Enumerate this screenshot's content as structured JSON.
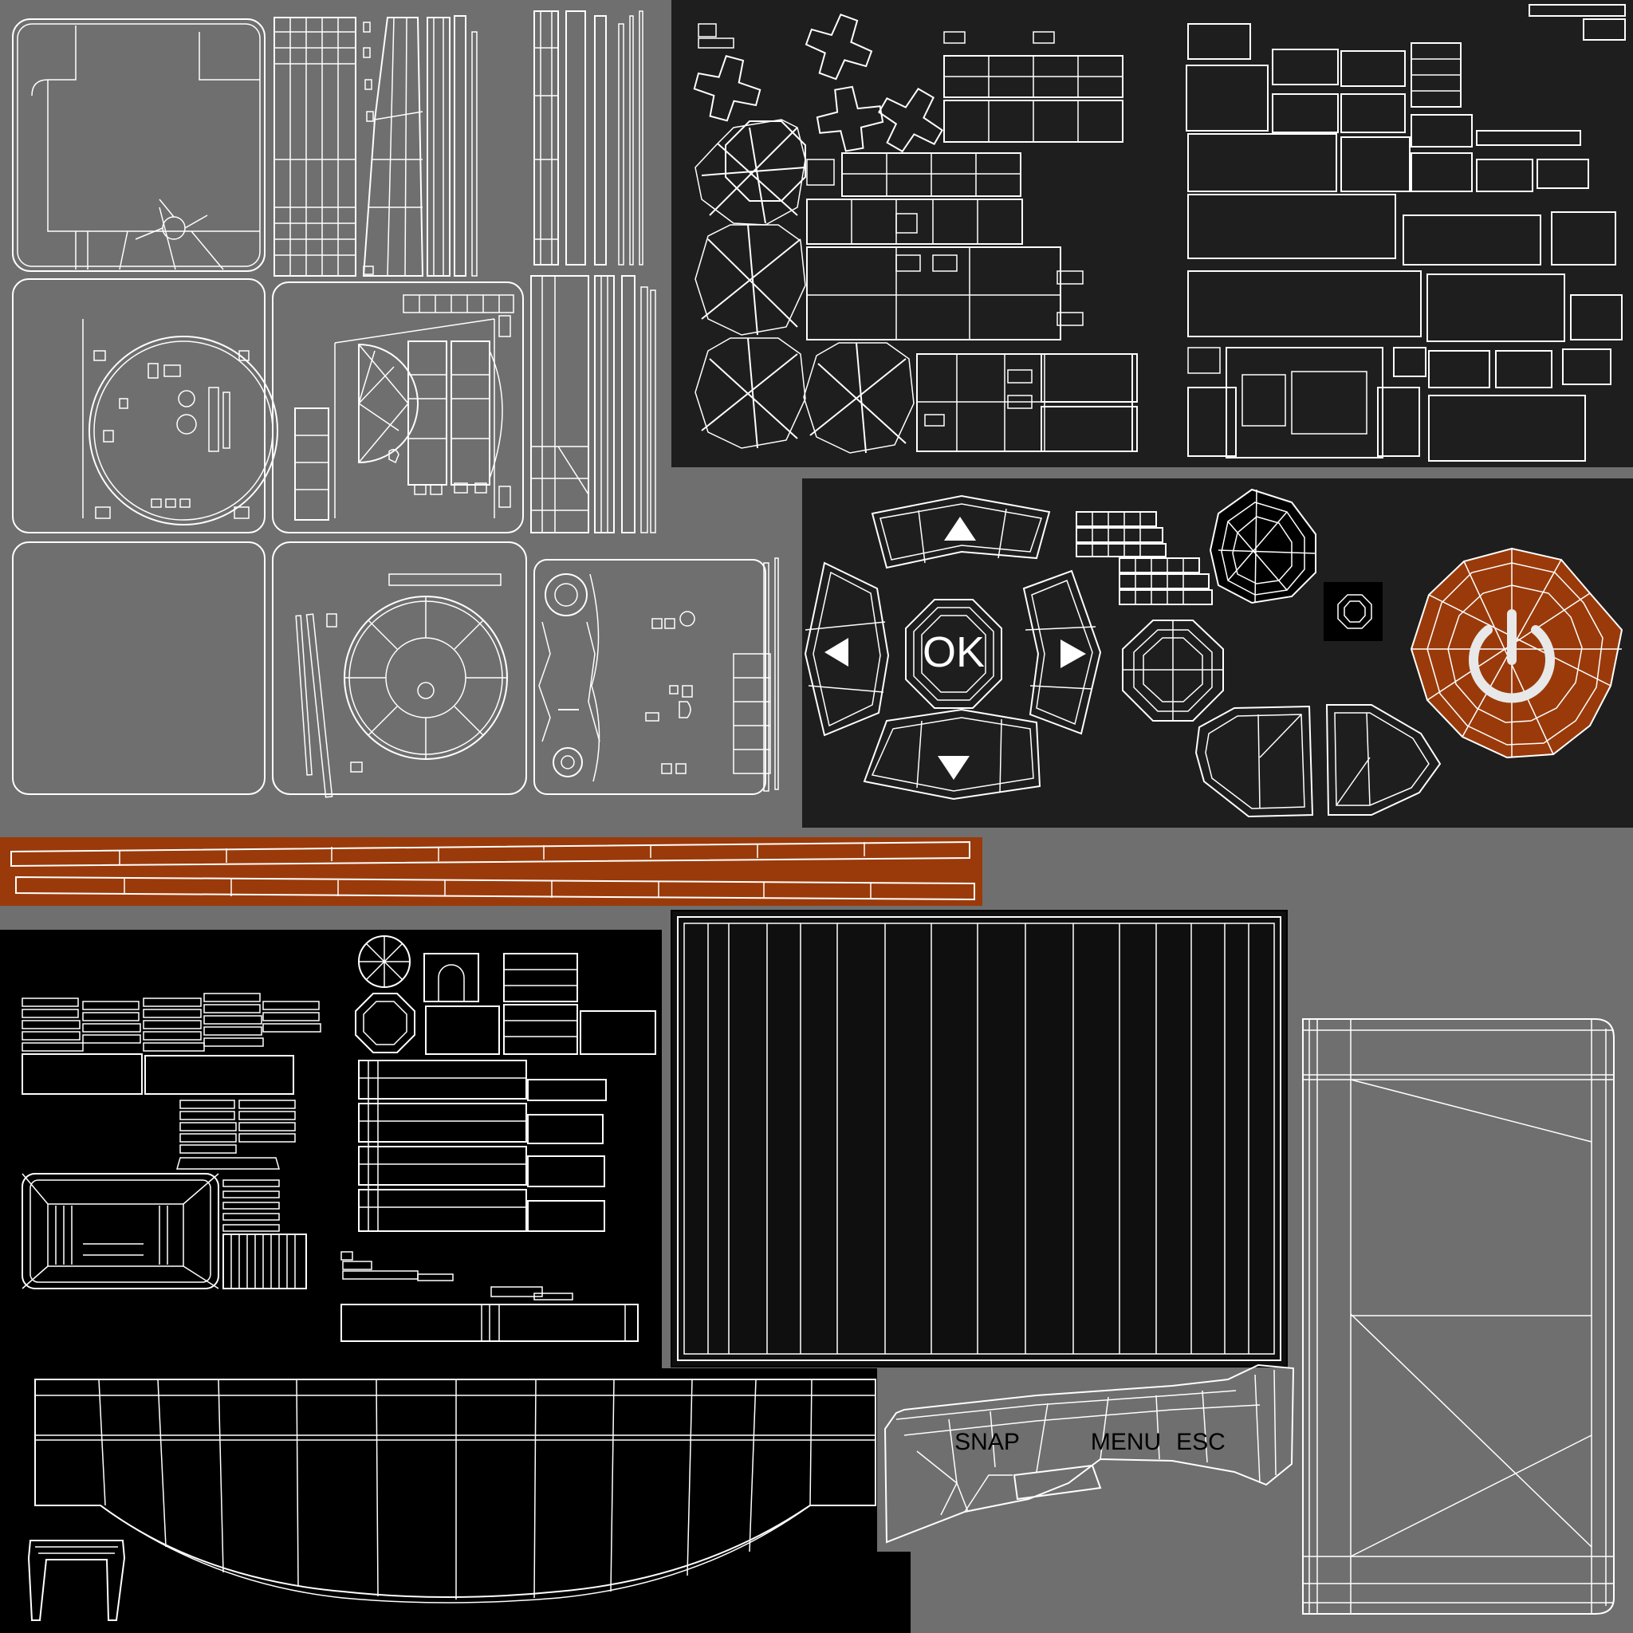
{
  "texture": {
    "background_color": "#6f6f6f",
    "dark_panel_color": "#1e1e1e",
    "black_panel_color": "#000000",
    "accent_color": "#9a3a0a",
    "wire_color": "#ffffff"
  },
  "remote": {
    "ok_label": "OK",
    "arrows": [
      "up-arrow",
      "left-arrow",
      "right-arrow",
      "down-arrow"
    ],
    "power_icon": "power-icon"
  },
  "bottom_buttons": {
    "snap_label": "SNAP",
    "menu_label": "MENU",
    "esc_label": "ESC"
  }
}
